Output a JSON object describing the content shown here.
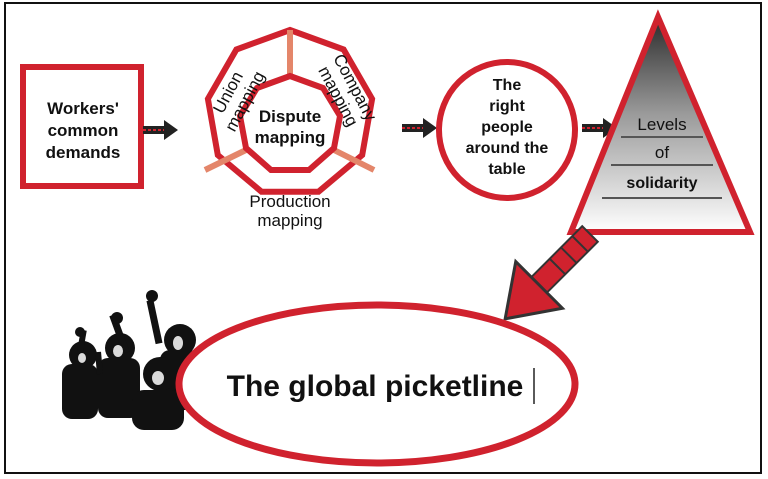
{
  "diagram": {
    "workers_box": [
      "Workers'",
      "common",
      "demands"
    ],
    "dispute_center": [
      "Dispute",
      "mapping"
    ],
    "union_segment": [
      "Union",
      "mapping"
    ],
    "company_segment": [
      "Company",
      "mapping"
    ],
    "production_segment": [
      "Production",
      "mapping"
    ],
    "right_people_circle": [
      "The",
      "right",
      "people",
      "around the",
      "table"
    ],
    "pyramid": {
      "line1": "Levels",
      "line2": "of",
      "line3": "solidarity"
    },
    "picketline": "The global picketline",
    "colors": {
      "red": "#d0222e",
      "salmon": "#e4866a",
      "dark": "#111111"
    },
    "icons": [
      "protesting-crowd-icon",
      "dotted-arrow-icon",
      "big-down-left-arrow-icon"
    ]
  }
}
